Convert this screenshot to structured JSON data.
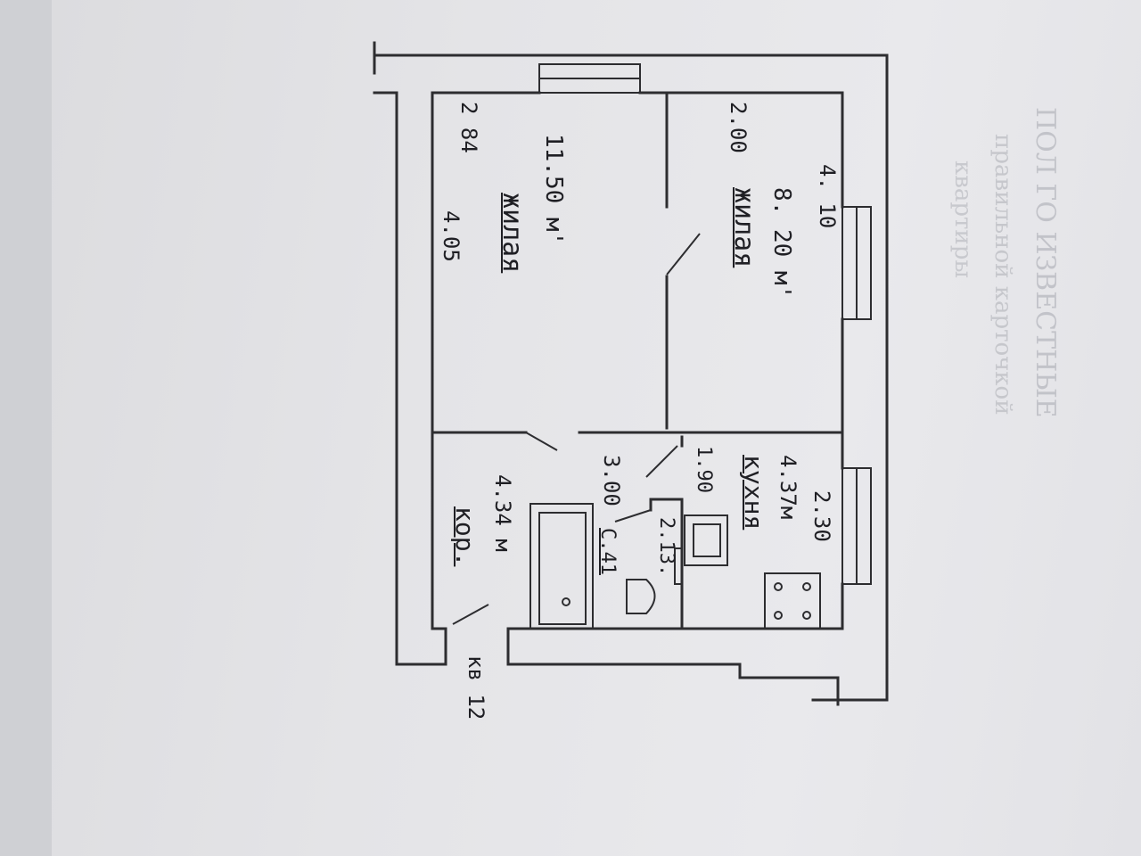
{
  "plan": {
    "rooms": [
      {
        "name": "жилая",
        "area": "11.50 м'"
      },
      {
        "name": "жилая",
        "area": "8. 20 м'"
      },
      {
        "name": "кухня",
        "area": "4.37м"
      },
      {
        "name": "кор.",
        "area": "4.34 м"
      },
      {
        "name": "С.41",
        "area": ""
      }
    ],
    "dimensions": {
      "room1_width": "4.05",
      "room1_height": "2 84",
      "room2_width": "4. 10",
      "room2_height": "2.00",
      "corridor_length": "3.00",
      "kitchen_top": "1.90",
      "kitchen_side": "2.30",
      "bath_size": "2.13."
    },
    "apartment_label": "кв 12"
  },
  "bleed_text": [
    "ПОЛ ГО ИЗВЕСТНЫЕ",
    "правильной карточкой",
    "квартиры"
  ]
}
